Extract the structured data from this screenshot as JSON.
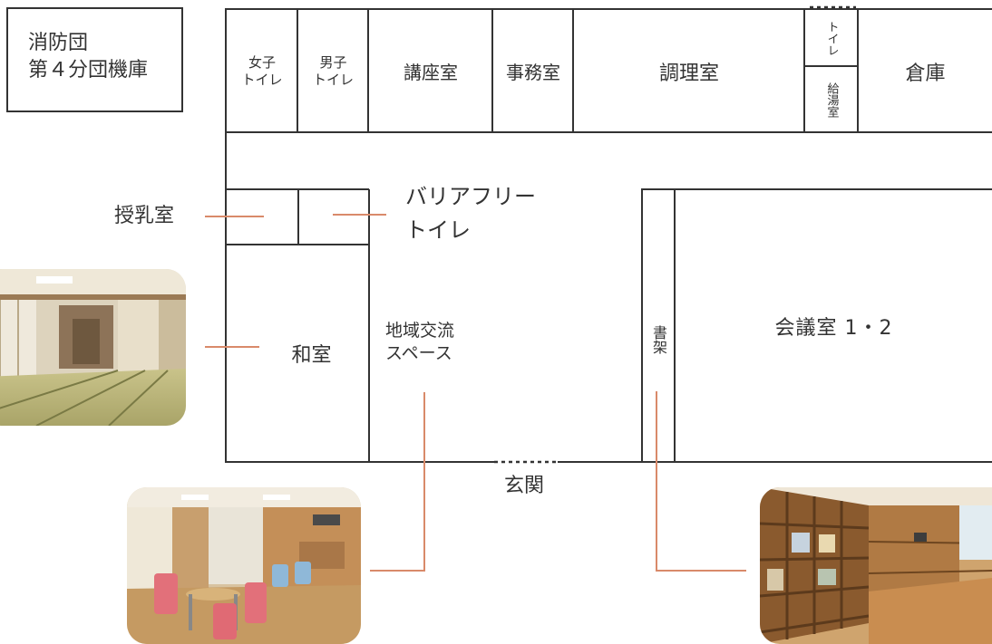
{
  "colors": {
    "wall": "#333333",
    "leader": "#d98a6a",
    "text": "#333333"
  },
  "building_label": {
    "line1": "消防団",
    "line2": "第４分団機庫"
  },
  "rooms": {
    "womens_toilet": {
      "line1": "女子",
      "line2": "トイレ"
    },
    "mens_toilet": {
      "line1": "男子",
      "line2": "トイレ"
    },
    "lecture_room": "講座室",
    "office": "事務室",
    "cooking_room": "調理室",
    "small_toilet": "トイレ",
    "kettle_room": "給湯室",
    "storage": "倉庫",
    "nursing_room": "授乳室",
    "barrier_free_toilet": {
      "line1": "バリアフリー",
      "line2": "トイレ"
    },
    "japanese_room": "和室",
    "community_space": {
      "line1": "地域交流",
      "line2": "スペース"
    },
    "bookshelf": "書架",
    "conference_room": "会議室 1・2",
    "entrance": "玄関"
  },
  "photos": {
    "japanese_room_photo": "japanese-room",
    "community_space_photo": "community-space",
    "bookshelf_photo": "bookshelf"
  }
}
